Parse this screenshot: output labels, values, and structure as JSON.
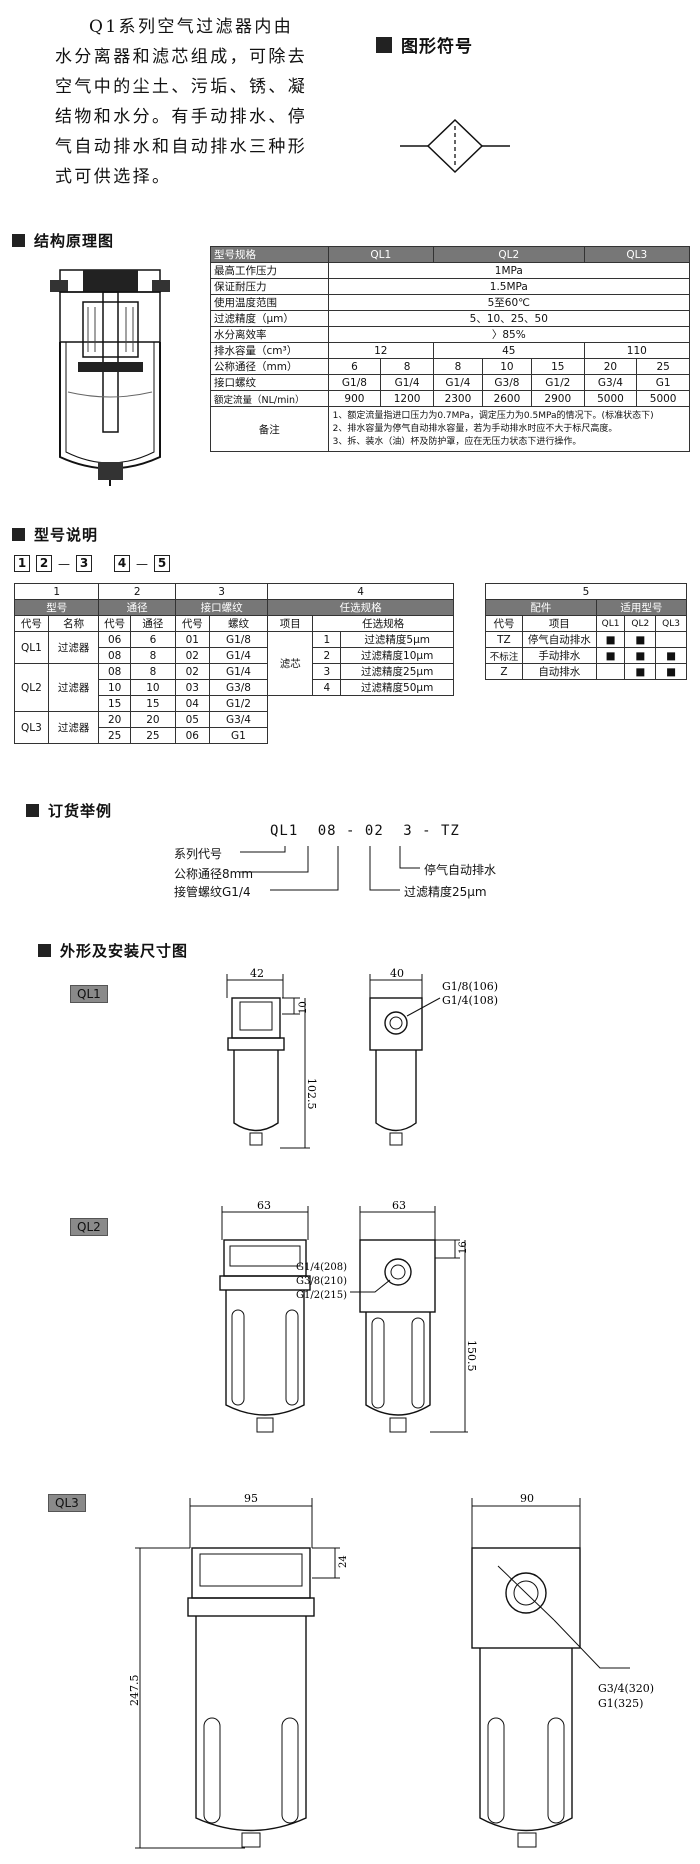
{
  "intro": {
    "paragraph": "Q1系列空气过滤器内由水分离器和滤芯组成，可除去空气中的尘土、污垢、锈、凝结物和水分。有手动排水、停气自动排水和自动排水三种形式可供选择。"
  },
  "symbol": {
    "title": "图形符号"
  },
  "structure": {
    "title": "结构原理图"
  },
  "spec": {
    "header": [
      "型号规格",
      "QL1",
      "QL2",
      "QL3"
    ],
    "max_pressure": {
      "label": "最高工作压力",
      "value": "1MPa"
    },
    "proof_pressure": {
      "label": "保证耐压力",
      "value": "1.5MPa"
    },
    "temp": {
      "label": "使用温度范围",
      "value": "5至60℃"
    },
    "precision": {
      "label": "过滤精度（μm）",
      "value": "5、10、25、50"
    },
    "separation": {
      "label": "水分离效率",
      "value": "〉85%"
    },
    "drain": {
      "label": "排水容量（cm³）",
      "values": [
        "12",
        "45",
        "110"
      ]
    },
    "bore": {
      "label": "公称通径（mm）",
      "values": [
        "6",
        "8",
        "8",
        "10",
        "15",
        "20",
        "25"
      ]
    },
    "thread": {
      "label": "接口螺纹",
      "values": [
        "G1/8",
        "G1/4",
        "G1/4",
        "G3/8",
        "G1/2",
        "G3/4",
        "G1"
      ]
    },
    "flow": {
      "label": "额定流量（NL/min）",
      "values": [
        "900",
        "1200",
        "2300",
        "2600",
        "2900",
        "5000",
        "5000"
      ]
    },
    "notes": {
      "label": "备注",
      "lines": [
        "1、额定流量指进口压力为0.7MPa，调定压力为0.5MPa的情况下。(标准状态下)",
        "2、排水容量为停气自动排水容量，若为手动排水时应不大于标尺高度。",
        "3、拆、装水（油）杯及防护罩，应在无压力状态下进行操作。"
      ]
    }
  },
  "model": {
    "title": "型号说明",
    "code_boxes": [
      "1",
      "2",
      "3",
      "4",
      "5"
    ],
    "dash": "—",
    "col_numbers": [
      "1",
      "2",
      "3",
      "4"
    ],
    "groups": [
      "型号",
      "通径",
      "接口螺纹",
      "任选规格"
    ],
    "subheaders": [
      "代号",
      "名称",
      "代号",
      "通径",
      "代号",
      "螺纹",
      "项目",
      "任选规格"
    ],
    "rows": {
      "ql1": {
        "code": "QL1",
        "name": "过滤器"
      },
      "ql2": {
        "code": "QL2",
        "name": "过滤器"
      },
      "ql3": {
        "code": "QL3",
        "name": "过滤器"
      },
      "bores": [
        [
          "06",
          "6"
        ],
        [
          "08",
          "8"
        ],
        [
          "08",
          "8"
        ],
        [
          "10",
          "10"
        ],
        [
          "15",
          "15"
        ],
        [
          "20",
          "20"
        ],
        [
          "25",
          "25"
        ]
      ],
      "threads": [
        [
          "01",
          "G1/8"
        ],
        [
          "02",
          "G1/4"
        ],
        [
          "02",
          "G1/4"
        ],
        [
          "03",
          "G3/8"
        ],
        [
          "04",
          "G1/2"
        ],
        [
          "05",
          "G3/4"
        ],
        [
          "06",
          "G1"
        ]
      ],
      "element": "滤芯",
      "opts": [
        [
          "1",
          "过滤精度5μm"
        ],
        [
          "2",
          "过滤精度10μm"
        ],
        [
          "3",
          "过滤精度25μm"
        ],
        [
          "4",
          "过滤精度50μm"
        ]
      ]
    },
    "fitting": {
      "number": "5",
      "group1": "配件",
      "group2": "适用型号",
      "sub": [
        "代号",
        "项目",
        "QL1",
        "QL2",
        "QL3"
      ],
      "rows": [
        {
          "code": "TZ",
          "item": "停气自动排水",
          "marks": [
            "■",
            "■",
            ""
          ]
        },
        {
          "code": "不标注",
          "item": "手动排水",
          "marks": [
            "■",
            "■",
            "■"
          ]
        },
        {
          "code": "Z",
          "item": "自动排水",
          "marks": [
            "",
            "■",
            "■"
          ]
        }
      ]
    }
  },
  "order": {
    "title": "订货举例",
    "parts": [
      "QL1",
      "08",
      "-",
      "02",
      "3",
      "-",
      "TZ"
    ],
    "labels": {
      "series": "系列代号",
      "bore": "公称通径8mm",
      "thread": "接管螺纹G1/4",
      "drain": "停气自动排水",
      "precision": "过滤精度25μm"
    }
  },
  "dimensions": {
    "title": "外形及安装尺寸图",
    "ql1": {
      "tag": "QL1",
      "width": "42",
      "top": "10",
      "height": "102.5",
      "width2": "40",
      "ports": [
        "G1/8(106)",
        "G1/4(108)"
      ]
    },
    "ql2": {
      "tag": "QL2",
      "width": "63",
      "width2": "63",
      "top": "16",
      "height": "150.5",
      "ports": [
        "G1/4(208)",
        "G3/8(210)",
        "G1/2(215)"
      ]
    },
    "ql3": {
      "tag": "QL3",
      "width": "95",
      "top": "24",
      "height": "247.5",
      "width2": "90",
      "ports": [
        "G3/4(320)",
        "G1(325)"
      ]
    }
  }
}
